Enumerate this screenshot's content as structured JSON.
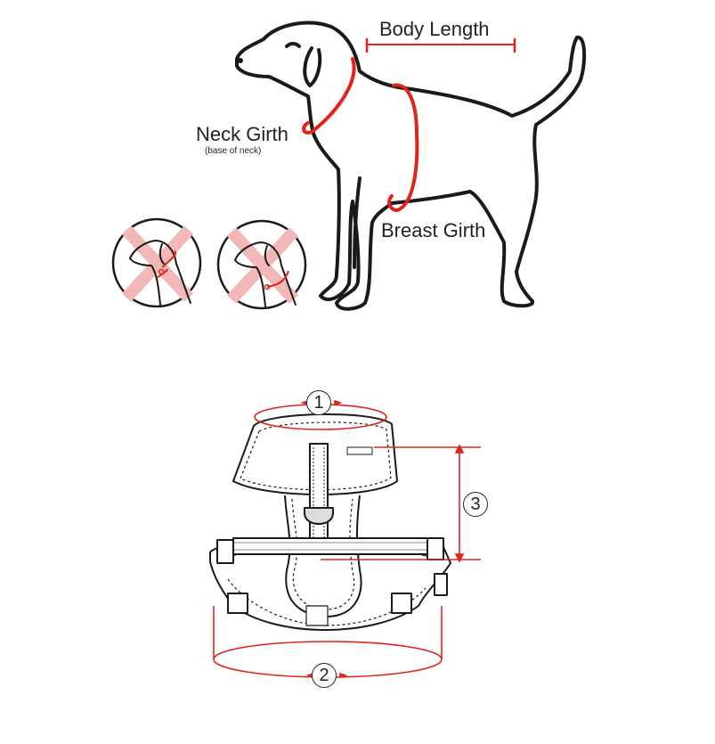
{
  "labels": {
    "body_length": "Body Length",
    "neck_girth": "Neck Girth",
    "neck_girth_note": "(base of neck)",
    "breast_girth": "Breast Girth"
  },
  "harness_markers": {
    "one": "1",
    "two": "2",
    "three": "3"
  },
  "colors": {
    "outline": "#1a1a1a",
    "measure_red": "#e2231a",
    "cross_pink": "#f2b8b8",
    "harness_grey": "#888888"
  }
}
